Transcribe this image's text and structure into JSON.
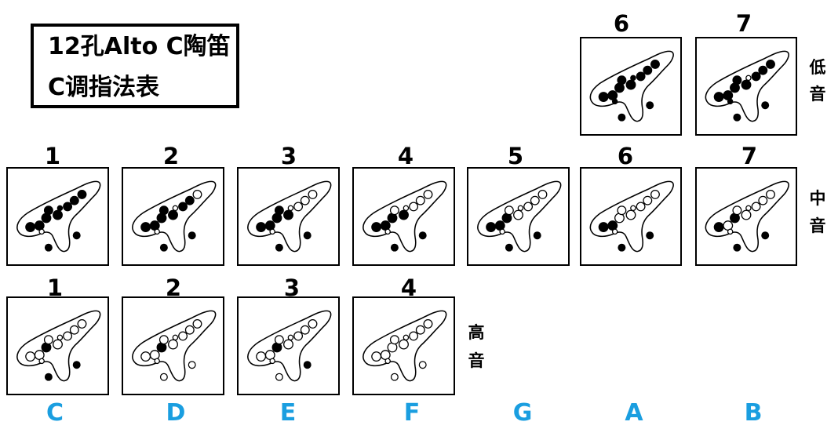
{
  "title": {
    "line1": "12孔Alto C陶笛",
    "line2": "C调指法表"
  },
  "register_labels": {
    "low": [
      "低",
      "音"
    ],
    "mid": [
      "中",
      "音"
    ],
    "high": [
      "高",
      "音"
    ]
  },
  "key_color": "#1a9ee0",
  "keys": [
    "C",
    "D",
    "E",
    "F",
    "G",
    "A",
    "B"
  ],
  "fingerings": {
    "low_6": {
      "note": "6",
      "main": "FFFFFFFF",
      "sub": "FF",
      "thumb": "FF"
    },
    "low_7": {
      "note": "7",
      "main": "FFFFFFFF",
      "sub": "FO",
      "thumb": "FF"
    },
    "mid_1": {
      "note": "1",
      "main": "FFFFFFFF",
      "sub": "OF",
      "thumb": "FF"
    },
    "mid_2": {
      "note": "2",
      "main": "FFFFFFFO",
      "sub": "OO",
      "thumb": "FF"
    },
    "mid_3": {
      "note": "3",
      "main": "FFFFFOOO",
      "sub": "OO",
      "thumb": "FF"
    },
    "mid_4": {
      "note": "4",
      "main": "FFFOFOOO",
      "sub": "OO",
      "thumb": "FF"
    },
    "mid_5": {
      "note": "5",
      "main": "FFFOOOOO",
      "sub": "OO",
      "thumb": "FF"
    },
    "mid_6": {
      "note": "6",
      "main": "FFOOOOOO",
      "sub": "OO",
      "thumb": "FF"
    },
    "mid_7": {
      "note": "7",
      "main": "FOFOOOOO",
      "sub": "OO",
      "thumb": "FF"
    },
    "high_1": {
      "note": "1",
      "main": "OOFOOOOO",
      "sub": "OO",
      "thumb": "FF"
    },
    "high_2": {
      "note": "2",
      "main": "OOFOOOOO",
      "sub": "OO",
      "thumb": "OO"
    },
    "high_3": {
      "note": "3",
      "main": "OOFOOOOO",
      "sub": "OO",
      "thumb": "OF"
    },
    "high_4": {
      "note": "4",
      "main": "OOOOOOOO",
      "sub": "OO",
      "thumb": "OO"
    }
  }
}
